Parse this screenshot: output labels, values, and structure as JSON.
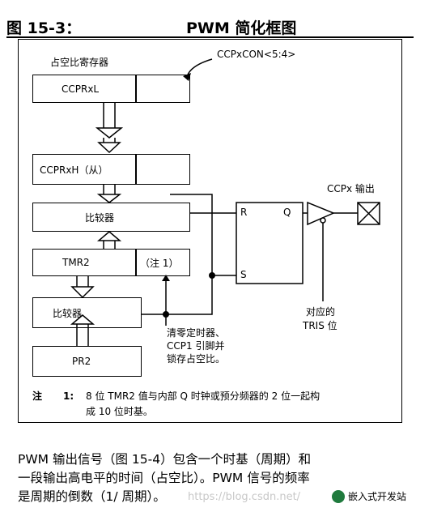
{
  "header": {
    "figure_label": "图 15-3：",
    "title": "PWM 简化框图"
  },
  "diagram": {
    "duty_register_label": "占空比寄存器",
    "ccpxcon_label": "CCPxCON<5:4>",
    "ccprxl": "CCPRxL",
    "ccprxh": "CCPRxH（从）",
    "comparator_top": "比较器",
    "tmr2": "TMR2",
    "tmr2_note": "（注 1）",
    "comparator_bottom": "比较器",
    "pr2": "PR2",
    "latch_r": "R",
    "latch_q": "Q",
    "latch_s": "S",
    "ccpx_output": "CCPx 输出",
    "tris_line1": "对应的",
    "tris_line2": "TRIS 位",
    "clear_line1": "清零定时器、",
    "clear_line2": "CCP1 引脚并",
    "clear_line3": "锁存占空比。",
    "note_prefix": "注",
    "note_number": "1:",
    "note_line1": "8 位 TMR2 值与内部 Q 时钟或预分频器的 2 位一起构",
    "note_line2": "成 10 位时基。"
  },
  "body_text": {
    "line1": "PWM 输出信号（图 15-4）包含一个时基（周期）和",
    "line2": "一段输出高电平的时间（占空比）。PWM 信号的频率",
    "line3": "是周期的倒数（1/ 周期）。"
  },
  "watermark": "https://blog.csdn.net/",
  "brand": "嵌入式开发站"
}
